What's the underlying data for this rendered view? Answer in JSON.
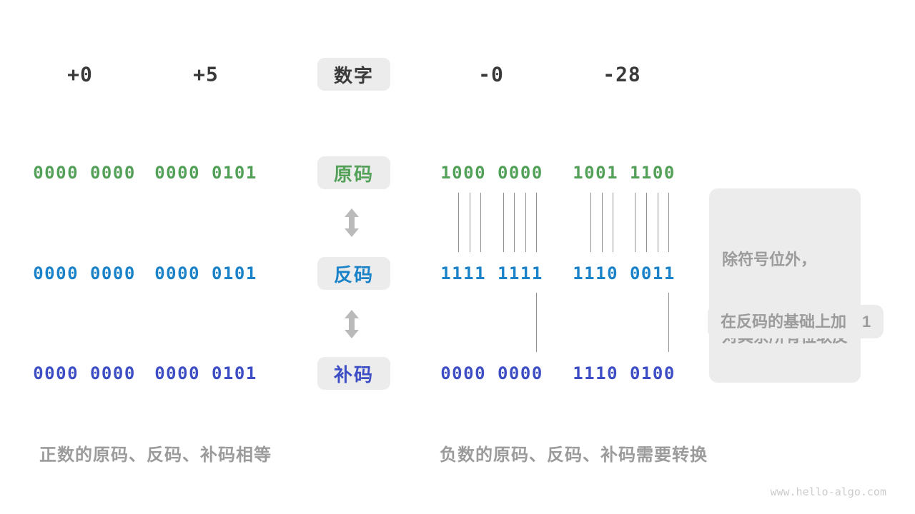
{
  "header": {
    "pos0": "+0",
    "pos5": "+5",
    "number_label": "数字",
    "neg0": "-0",
    "neg28": "-28"
  },
  "labels": {
    "sign_magnitude": "原码",
    "ones_complement": "反码",
    "twos_complement": "补码"
  },
  "rows": {
    "sign_magnitude": {
      "pos0": "0000 0000",
      "pos5": "0000 0101",
      "neg0": "1000 0000",
      "neg28": "1001 1100"
    },
    "ones_complement": {
      "pos0": "0000 0000",
      "pos5": "0000 0101",
      "neg0": "1111 1111",
      "neg28": "1110 0011"
    },
    "twos_complement": {
      "pos0": "0000 0000",
      "pos5": "0000 0101",
      "neg0": "0000 0000",
      "neg28": "1110 0100"
    }
  },
  "annotations": {
    "invert_line1": "除符号位外，",
    "invert_line2": "对其余所有位取反",
    "add_one": "在反码的基础上加　1"
  },
  "captions": {
    "positive": "正数的原码、反码、补码相等",
    "negative": "负数的原码、反码、补码需要转换"
  },
  "watermark": "www.hello-algo.com",
  "colors": {
    "sign_magnitude": "#53a058",
    "ones_complement": "#1a82c8",
    "twos_complement": "#3d4ec4",
    "heading": "#3a3a3a",
    "caption": "#9b9b9b",
    "box_bg": "#ececec",
    "arrow": "#bababa",
    "tick_line": "#8f8f8f",
    "watermark": "#cccccc"
  }
}
